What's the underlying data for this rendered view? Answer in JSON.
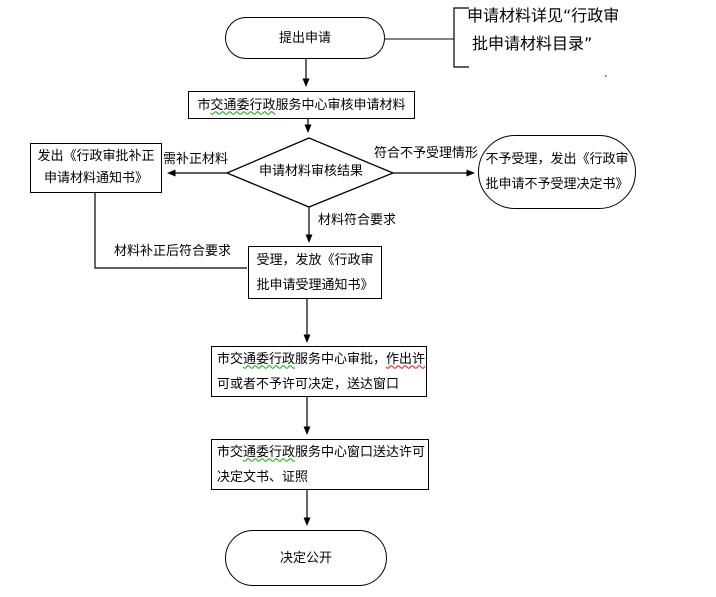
{
  "colors": {
    "line": "#000000",
    "text": "#000000",
    "shape_fill": "#ffffff",
    "squiggle_green": "#00aa00",
    "squiggle_red": "#ff0000",
    "note_connector_gray": "#595959"
  },
  "note": {
    "line1": "申请材料详见“行政审",
    "line2": "批申请材料目录”",
    "stray_dot": "."
  },
  "nodes": {
    "start": {
      "label": "提出申请"
    },
    "review": {
      "part1": "市",
      "part2": "交通委行政",
      "part3": "服务中心审核申请材料"
    },
    "decision": {
      "label": "申请材料审核结果"
    },
    "supplement": {
      "line1": "发出《行政审批补正",
      "line2": "申请材料通知书》"
    },
    "reject": {
      "line1": "不予受理，发出《行政审",
      "line2": "批申请不予受理决定书》"
    },
    "accept": {
      "line1": "受理，发放《行政审",
      "line2": "批申请受理通知书》"
    },
    "approve": {
      "l1a": "市交",
      "l1b": "通委行政",
      "l1c": "服务中心审批，",
      "l1d": "作出许",
      "line2": "可或者不予许可决定，送达窗口"
    },
    "deliver": {
      "l1a": "市交",
      "l1b": "通委行政",
      "l1c": "服务中心窗口送达许可",
      "line2": "决定文书、证照"
    },
    "publish": {
      "label": "决定公开"
    }
  },
  "edge_labels": {
    "need_supplement": "需补正材料",
    "reject_case": "符合不予受理情形",
    "materials_ok": "材料符合要求",
    "resubmit_ok": "材料补正后符合要求"
  }
}
